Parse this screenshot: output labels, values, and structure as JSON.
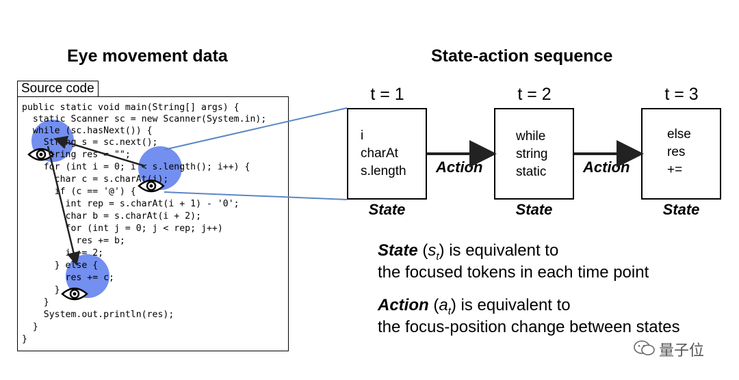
{
  "left_title": "Eye movement data",
  "right_title": "State-action sequence",
  "code_panel": {
    "label": "Source code",
    "lines": [
      "public static void main(String[] args) {",
      "  static Scanner sc = new Scanner(System.in);",
      "  while (sc.hasNext()) {",
      "    String s = sc.next();",
      "    String res = \"\";",
      "    for (int i = 0; i < s.length(); i++) {",
      "      char c = s.charAt(i);",
      "      if (c == '@') {",
      "        int rep = s.charAt(i + 1) - '0';",
      "        char b = s.charAt(i + 2);",
      "        for (int j = 0; j < rep; j++)",
      "          res += b;",
      "        i += 2;",
      "      } else {",
      "        res += c;",
      "      }",
      "    }",
      "    System.out.println(res);",
      "  }",
      "}"
    ]
  },
  "timeline": [
    {
      "t": "t = 1",
      "tokens": [
        "i",
        "charAt",
        "s.length"
      ],
      "state_label": "State"
    },
    {
      "t": "t = 2",
      "tokens": [
        "while",
        "string",
        "static"
      ],
      "state_label": "State"
    },
    {
      "t": "t = 3",
      "tokens": [
        "else",
        "res",
        "+="
      ],
      "state_label": "State"
    }
  ],
  "actions": [
    "Action",
    "Action"
  ],
  "descriptions": {
    "state_term": "State",
    "state_symbol": "s",
    "state_sub": "t",
    "state_rest": " is equivalent to",
    "state_line2": "the focused tokens in each time point",
    "action_term": "Action",
    "action_symbol": "a",
    "action_sub": "t",
    "action_rest": " is equivalent to",
    "action_line2": "the focus-position change between states"
  },
  "watermark": "量子位",
  "colors": {
    "fixation": "#5073eb",
    "connector": "#5b86c4",
    "arrow": "#222222"
  },
  "icons": [
    "eye-icon",
    "wechat-icon"
  ]
}
